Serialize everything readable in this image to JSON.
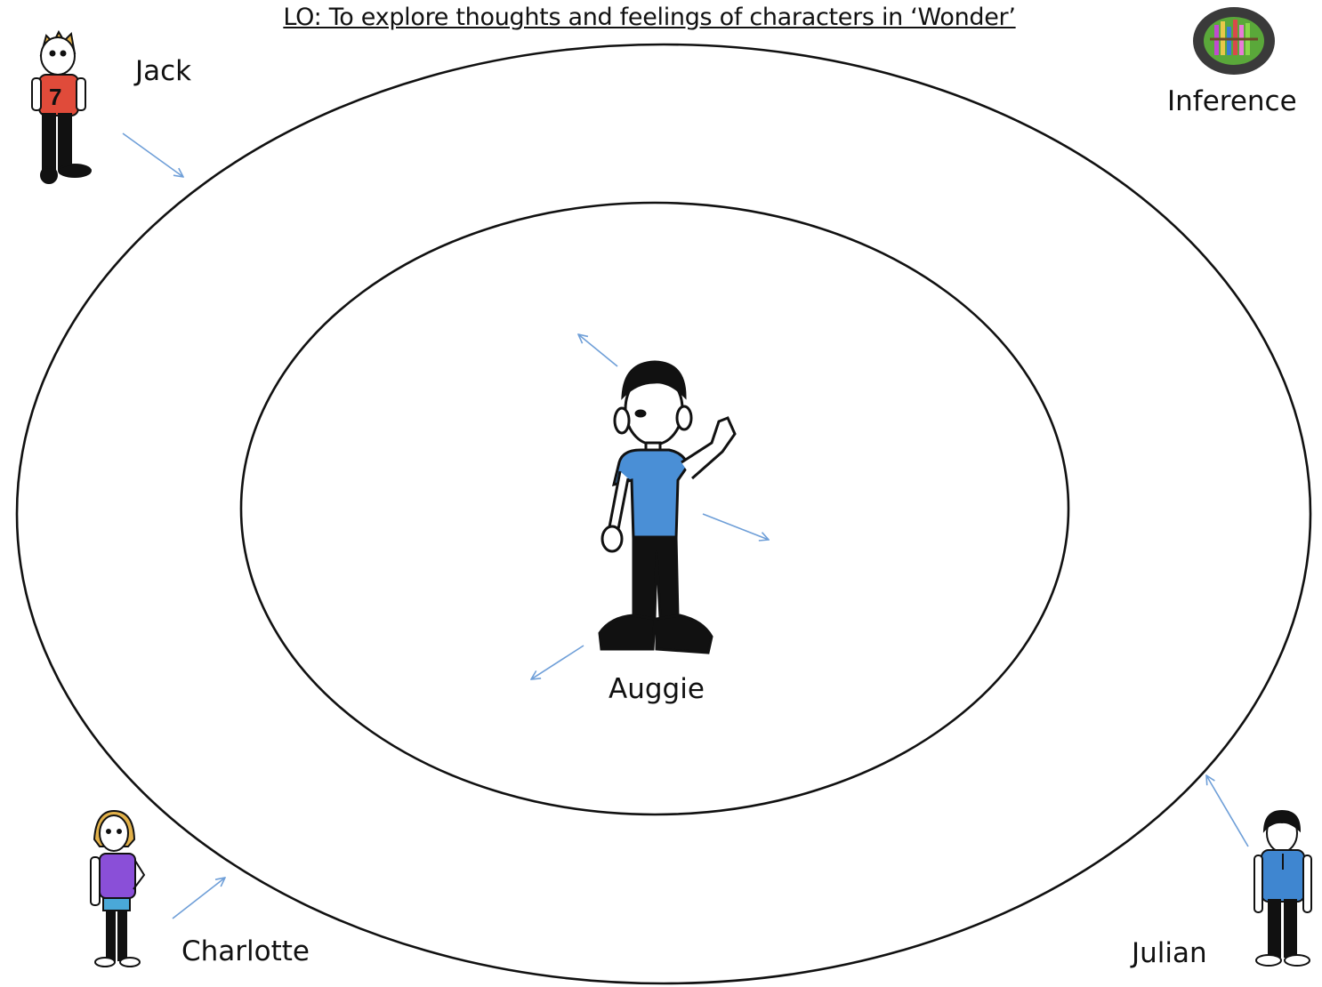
{
  "title": "LO: To explore thoughts and feelings of characters in ‘Wonder’",
  "characters": {
    "jack": "Jack",
    "auggie": "Auggie",
    "charlotte": "Charlotte",
    "julian": "Julian"
  },
  "inference_label": "Inference",
  "colors": {
    "arrow": "#6f9fd8",
    "ring": "#111111",
    "jack_shirt": "#e04b3a",
    "auggie_shirt": "#4a8fd6",
    "charlotte_shirt": "#8a4fd8",
    "julian_shirt": "#3f86d0"
  },
  "icons": {
    "inference": "bookshelf-badge-icon"
  }
}
